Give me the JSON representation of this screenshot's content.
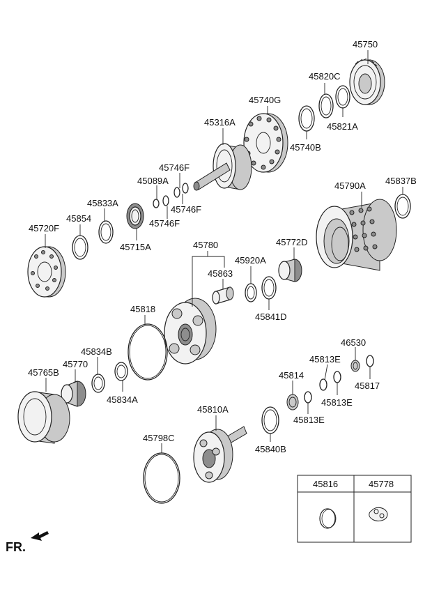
{
  "diagram": {
    "labels": {
      "p45750": "45750",
      "p45820C": "45820C",
      "p45740G": "45740G",
      "p45821A": "45821A",
      "p45316A": "45316A",
      "p45740B": "45740B",
      "p45746F_a": "45746F",
      "p45089A": "45089A",
      "p45746F_b": "45746F",
      "p45833A": "45833A",
      "p45746F_c": "45746F",
      "p45720F": "45720F",
      "p45854": "45854",
      "p45715A": "45715A",
      "p45790A": "45790A",
      "p45837B": "45837B",
      "p45780": "45780",
      "p45772D": "45772D",
      "p45920A": "45920A",
      "p45863": "45863",
      "p45818": "45818",
      "p45841D": "45841D",
      "p46530": "46530",
      "p45834B": "45834B",
      "p45813E_a": "45813E",
      "p45765B": "45765B",
      "p45770": "45770",
      "p45814": "45814",
      "p45817": "45817",
      "p45834A": "45834A",
      "p45813E_b": "45813E",
      "p45813E_c": "45813E",
      "p45810A": "45810A",
      "p45798C": "45798C",
      "p45840B": "45840B"
    },
    "legend_table": {
      "col1": "45816",
      "col2": "45778"
    },
    "direction_label": "FR."
  }
}
